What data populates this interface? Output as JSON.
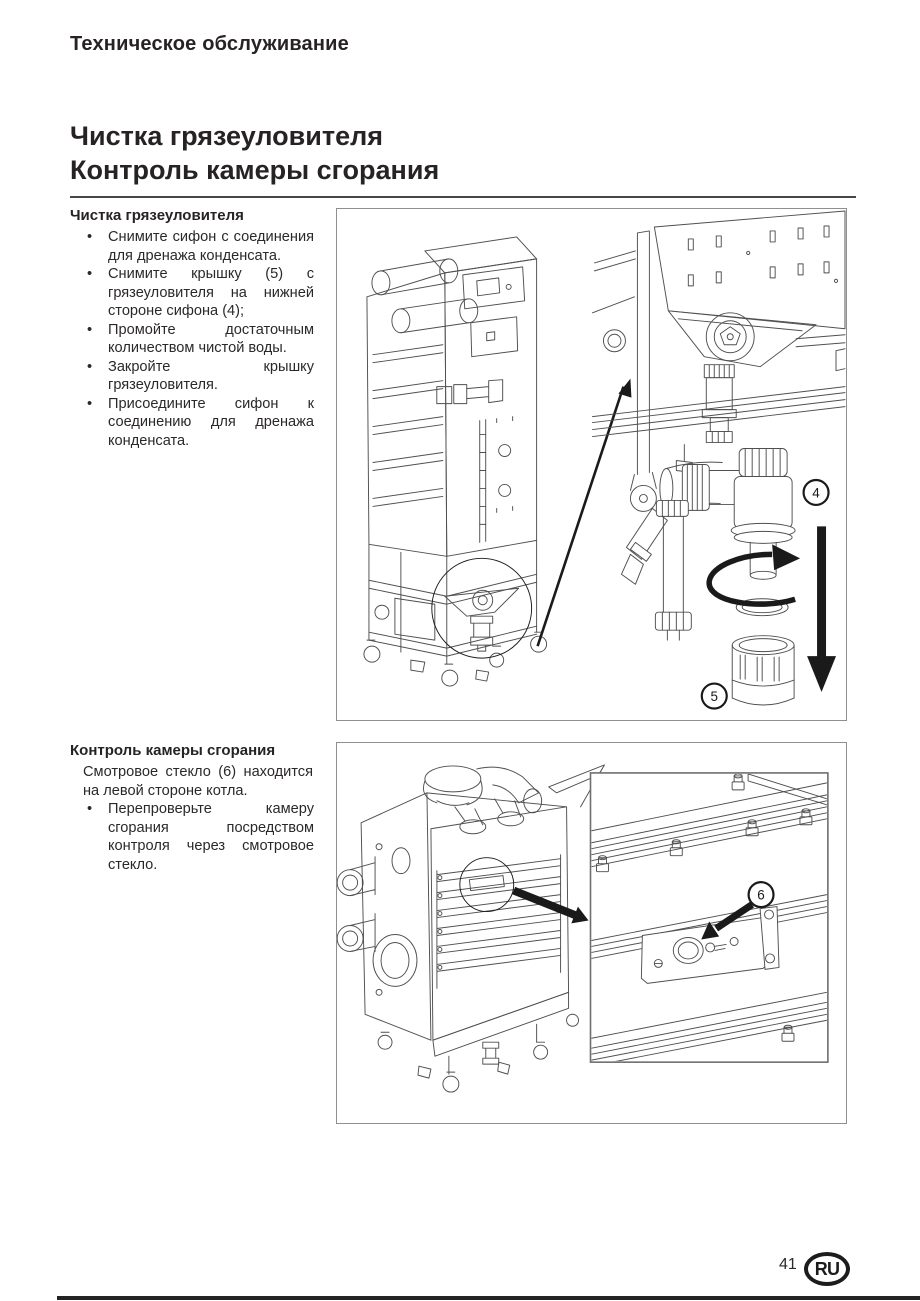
{
  "page": {
    "header": "Техническое обслуживание",
    "title_line1": "Чистка грязеуловителя",
    "title_line2": "Контроль камеры сгорания",
    "footer": {
      "page_number": "41",
      "lang_badge": "RU"
    }
  },
  "ui": {
    "bullet_char": "•"
  },
  "section_cleaning": {
    "heading": "Чистка грязеуловителя",
    "bullets": [
      "Снимите сифон с соединения для дренажа конденсата.",
      "Снимите крышку (5) с грязеуловителя на нижней стороне сифона (4);",
      "Промойте достаточным количеством чистой воды.",
      "Закройте крышку грязеуловителя.",
      "Присоедините сифон к соединению для дренажа конденсата."
    ],
    "figure_labels": {
      "pos4": "4",
      "pos5": "5"
    }
  },
  "section_inspection": {
    "heading": "Контроль камеры сгорания",
    "intro": "Смотровое стекло (6) находится на левой стороне котла.",
    "bullets": [
      "Перепроверьте камеру сгорания посредством контроля через смотровое стекло."
    ],
    "figure_labels": {
      "pos6": "6"
    }
  }
}
